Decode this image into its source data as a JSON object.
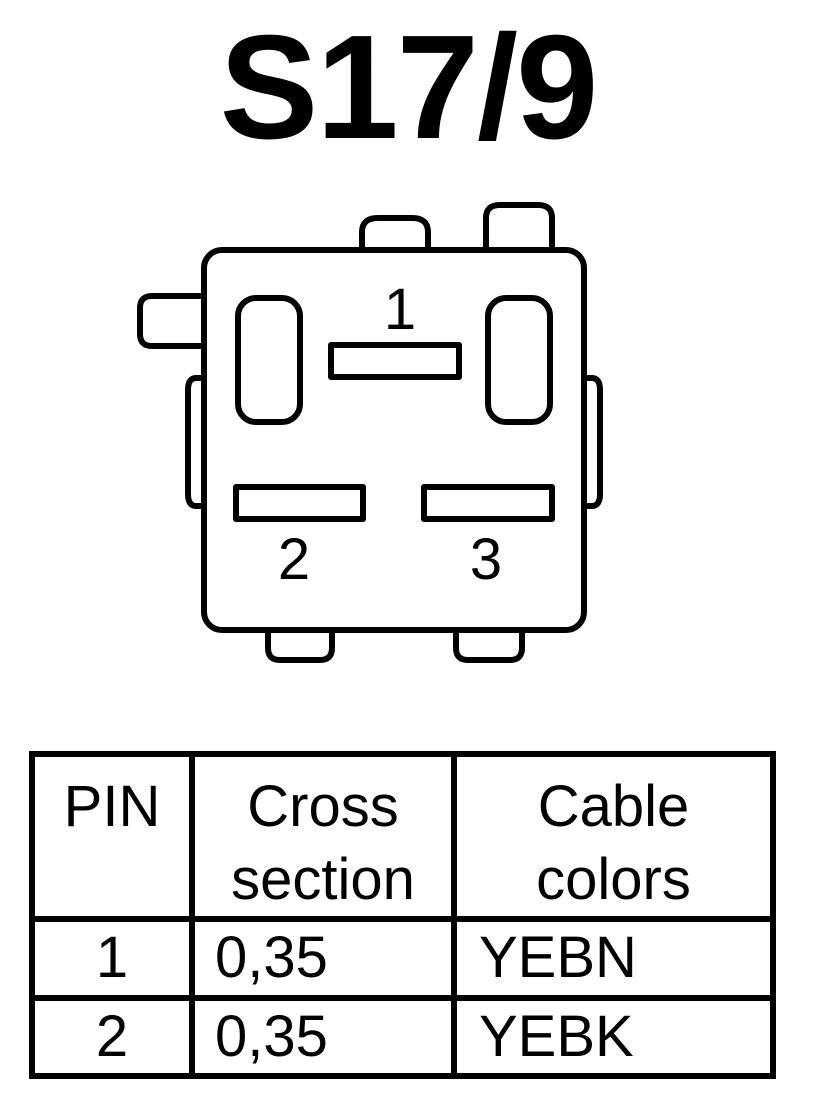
{
  "title": "S17/9",
  "connector": {
    "pin_labels": [
      "1",
      "2",
      "3"
    ]
  },
  "table": {
    "headers": {
      "pin": "PIN",
      "cross_section_line1": "Cross",
      "cross_section_line2": "section",
      "cable_colors_line1": "Cable",
      "cable_colors_line2": "colors"
    },
    "rows": [
      {
        "pin": "1",
        "cross_section": "0,35",
        "cable_color": "YEBN"
      },
      {
        "pin": "2",
        "cross_section": "0,35",
        "cable_color": "YEBK"
      }
    ]
  }
}
